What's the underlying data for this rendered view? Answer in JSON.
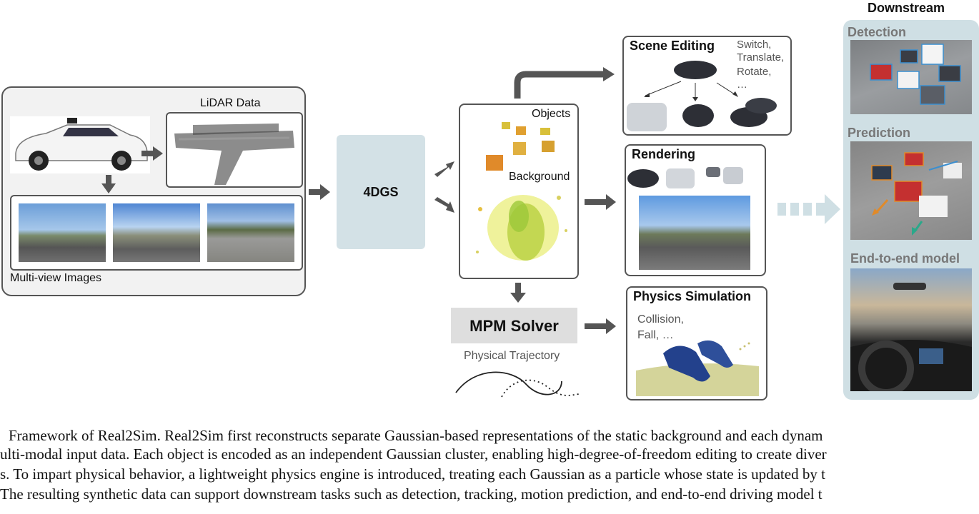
{
  "input": {
    "lidar_label": "LiDAR Data",
    "multiview_label": "Multi-view Images"
  },
  "fourdgs_label": "4DGS",
  "decomposition": {
    "objects_label": "Objects",
    "background_label": "Background"
  },
  "mpm": {
    "solver_label": "MPM Solver",
    "trajectory_label": "Physical Trajectory"
  },
  "scene_editing": {
    "title": "Scene Editing",
    "ops": [
      "Switch,",
      "Translate,",
      "Rotate,",
      "…"
    ]
  },
  "rendering": {
    "title": "Rendering"
  },
  "physics": {
    "title": "Physics Simulation",
    "lines": [
      "Collision,",
      "Fall, …"
    ]
  },
  "downstream": {
    "title": "Downstream",
    "tasks": [
      "Detection",
      "Prediction",
      "End-to-end model"
    ]
  },
  "caption_lines": [
    "Framework of Real2Sim. Real2Sim first reconstructs separate Gaussian-based representations of the static background and each dynam",
    "ulti-modal input data. Each object is encoded as an independent Gaussian cluster, enabling high-degree-of-freedom editing to create diver",
    "s. To impart physical behavior, a lightweight physics engine is introduced, treating each Gaussian as a particle whose state is updated by t",
    "The resulting synthetic data can support downstream tasks such as detection, tracking, motion prediction, and end-to-end driving model t"
  ],
  "colors": {
    "arrow": "#555555",
    "fourdgs_box": "#d3e1e6",
    "downstream_bg": "#cfdfe4",
    "mpm_box": "#dedede",
    "input_bg": "#f2f2f2"
  }
}
